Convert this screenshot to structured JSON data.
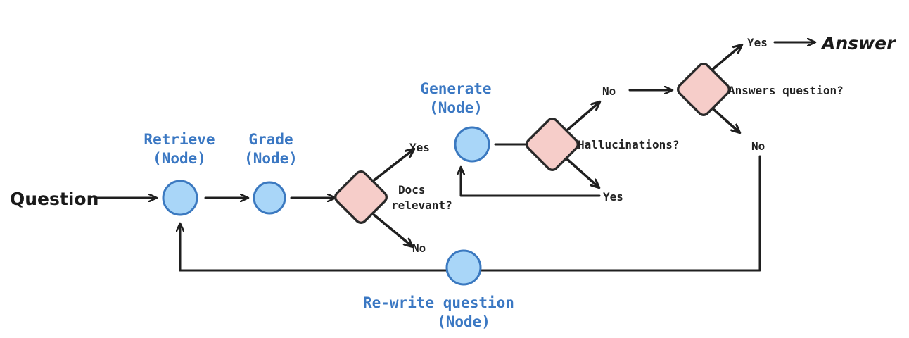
{
  "diagram": {
    "title": "Self-RAG / CRAG agentic retrieval flow",
    "colors": {
      "node_fill": "#a9d6f8",
      "node_stroke": "#3b79c0",
      "decision_fill": "#f6cdc9",
      "decision_stroke": "#2a2a2a",
      "label_blue": "#3b78c3",
      "text_dark": "#1f1f1f",
      "background": "#ffffff"
    },
    "terminals": [
      {
        "id": "question",
        "text": "Question"
      },
      {
        "id": "answer",
        "text": "Answer"
      }
    ],
    "nodes": [
      {
        "id": "retrieve",
        "name": "Retrieve",
        "kind": "(Node)"
      },
      {
        "id": "grade",
        "name": "Grade",
        "kind": "(Node)"
      },
      {
        "id": "generate",
        "name": "Generate",
        "kind": "(Node)"
      },
      {
        "id": "rewrite",
        "name": "Re-write question",
        "kind": "(Node)"
      }
    ],
    "decisions": [
      {
        "id": "docs-relevant",
        "line1": "Docs",
        "line2": "relevant?"
      },
      {
        "id": "hallucinations",
        "line1": "Hallucinations?",
        "line2": ""
      },
      {
        "id": "answers-question",
        "line1": "Answers question?",
        "line2": ""
      }
    ],
    "edge_labels": {
      "docs_yes": "Yes",
      "docs_no": "No",
      "halluc_no": "No",
      "halluc_yes": "Yes",
      "answers_yes": "Yes",
      "answers_no": "No"
    }
  }
}
